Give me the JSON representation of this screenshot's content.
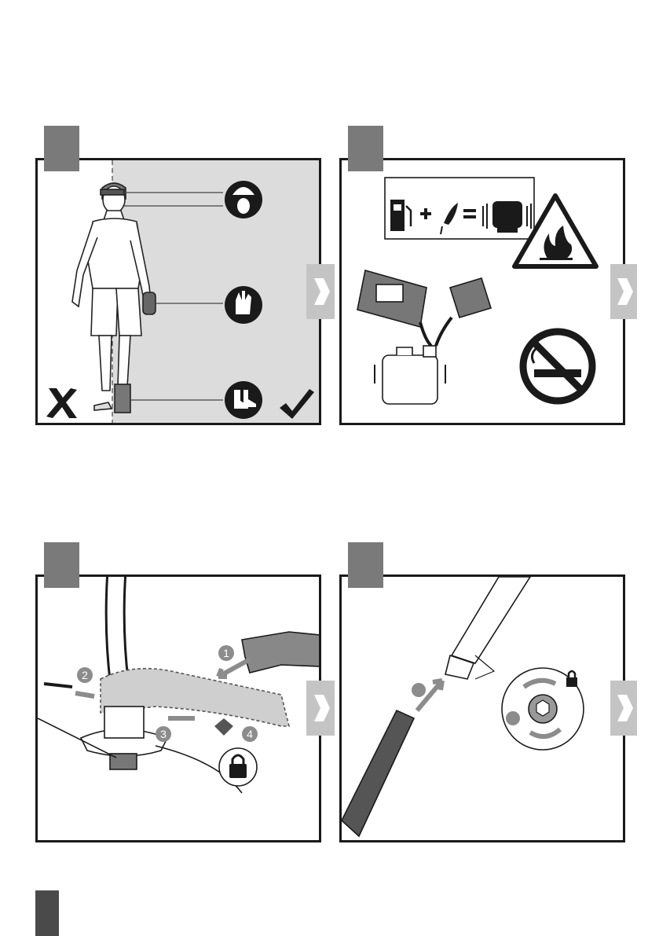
{
  "figures": [
    {
      "id": "1",
      "topic": "protective-equipment",
      "icons": [
        "helmet-visor-earmuff-icon",
        "gloves-icon",
        "boots-icon",
        "cross-mark-icon",
        "check-mark-icon"
      ]
    },
    {
      "id": "2",
      "topic": "fuel-mixing",
      "icons": [
        "fuel-pump-icon",
        "plus-icon",
        "oil-drop-icon",
        "equals-icon",
        "engine-icon",
        "fire-warning-icon",
        "no-smoking-icon",
        "fuel-canister-icon"
      ]
    },
    {
      "id": "3",
      "topic": "guard-assembly",
      "step_labels": [
        "1",
        "2",
        "3",
        "4"
      ],
      "icons": [
        "padlock-icon"
      ]
    },
    {
      "id": "4",
      "topic": "shaft-coupling",
      "icons": [
        "padlock-icon",
        "rotate-arrows-icon",
        "hex-bolt-icon"
      ]
    }
  ],
  "colors": {
    "frame": "#1a1a1a",
    "tab": "#7a7a7a",
    "page_tab": "#4a4a4a",
    "shade": "#dcdcdc",
    "arrow": "#c4c4c4",
    "step_circle": "#8c8c8c"
  }
}
